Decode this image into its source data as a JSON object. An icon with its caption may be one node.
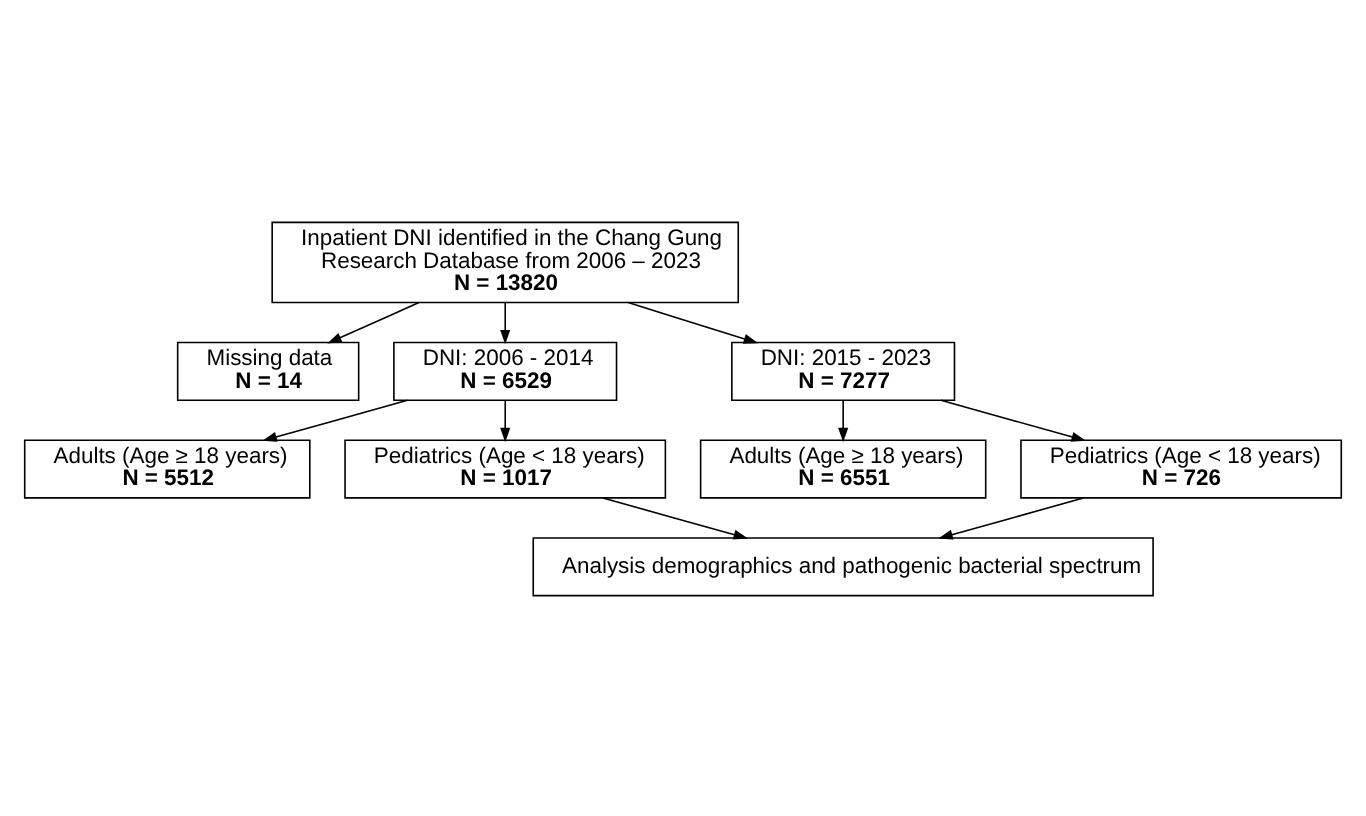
{
  "diagram": {
    "nodes": [
      {
        "text": [
          "Inpatient DNI identified in the Chang Gung Research Database from 2006 – 2023",
          "N = 13820"
        ]
      },
      {
        "text": [
          "Missing data",
          "N = 14"
        ]
      },
      {
        "text": [
          "DNI: 2006 - 2014",
          "N = 6529"
        ]
      },
      {
        "text": [
          "DNI: 2015 - 2023",
          "N = 7277"
        ]
      },
      {
        "text": [
          "Adults (Age ≥ 18 years)",
          "N = 5512"
        ]
      },
      {
        "text": [
          "Adults (Age ≥ 18 years)",
          "N = 6551"
        ]
      },
      {
        "text": [
          "Pediatrics (Age < 18 years)",
          "N = 1017"
        ]
      },
      {
        "text": [
          "Pediatrics (Age < 18 years)",
          "N = 726"
        ]
      },
      {
        "text": [
          "Analysis demographics and pathogenic bacterial spectrum"
        ]
      }
    ],
    "edges": [
      {
        "from": 0,
        "to": 1,
        "arrow": "to"
      },
      {
        "from": 0,
        "to": 2,
        "arrow": "to"
      },
      {
        "from": 0,
        "to": 3,
        "arrow": "to"
      },
      {
        "from": 2,
        "to": 4,
        "arrow": "to"
      },
      {
        "from": 2,
        "to": 6,
        "arrow": "to"
      },
      {
        "from": 3,
        "to": 5,
        "arrow": "to"
      },
      {
        "from": 3,
        "to": 7,
        "arrow": "to"
      },
      {
        "from": 6,
        "to": 8,
        "arrow": "to"
      },
      {
        "from": 7,
        "to": 8,
        "arrow": "to"
      }
    ]
  }
}
